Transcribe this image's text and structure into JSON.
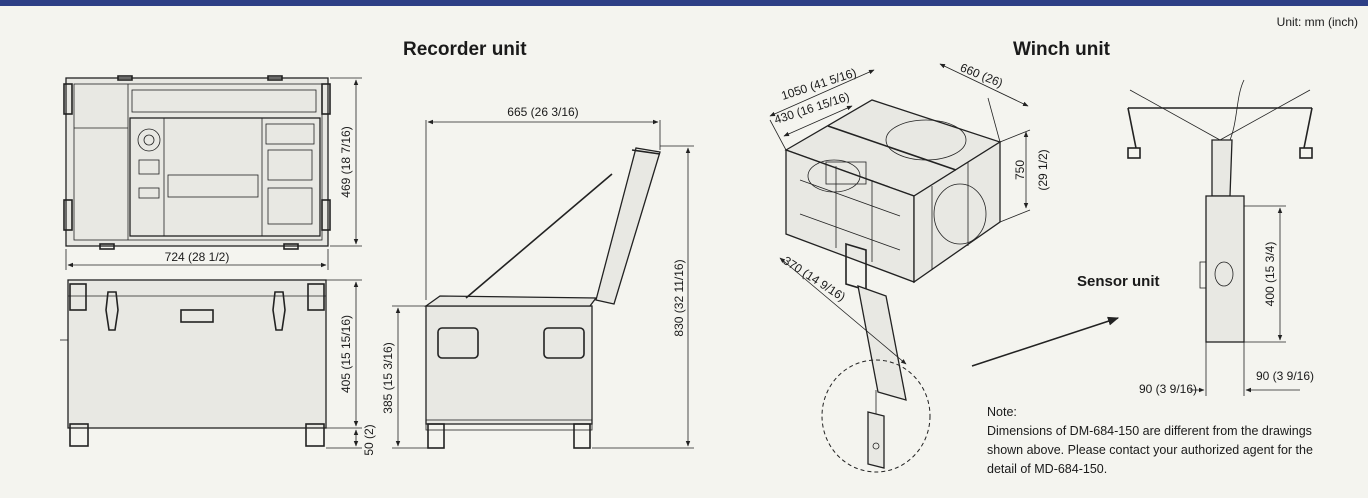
{
  "unit_label": "Unit: mm (inch)",
  "recorder": {
    "title": "Recorder unit",
    "dims": {
      "width": "724 (28 1/2)",
      "height_front": "469 (18 7/16)",
      "depth": "665 (26 3/16)",
      "open_height": "830 (32 11/16)",
      "case_height": "405 (15 15/16)",
      "body_height": "385 (15 3/16)",
      "foot": "50 (2)"
    }
  },
  "winch": {
    "title": "Winch unit",
    "dims": {
      "length": "1050 (41 5/16)",
      "section": "430 (16 15/16)",
      "depth": "660 (26)",
      "height_a": "750",
      "height_b": "(29 1/2)",
      "arm": "370 (14 9/16)"
    }
  },
  "sensor": {
    "title": "Sensor unit",
    "dims": {
      "height": "400 (15 3/4)",
      "width_a": "90 (3 9/16)",
      "width_b": "90 (3 9/16)"
    }
  },
  "note": {
    "heading": "Note:",
    "body": "Dimensions of DM-684-150 are different from the drawings shown above. Please contact your authorized agent for the detail of MD-684-150."
  }
}
